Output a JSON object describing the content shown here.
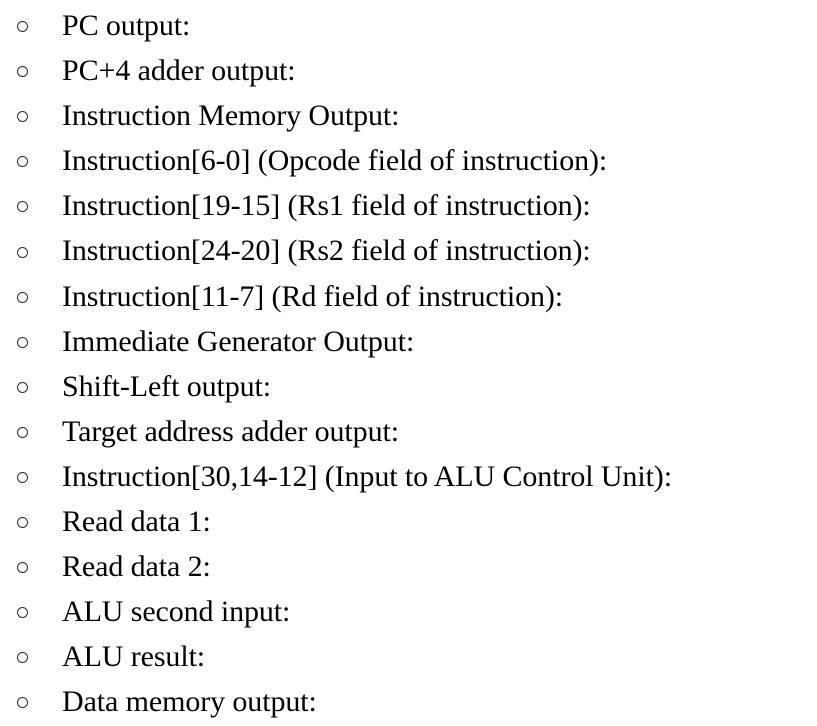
{
  "document": {
    "background_color": "#ffffff",
    "text_color": "#000000",
    "bullet_glyph": "o",
    "bullet_style": "hollow-circle"
  },
  "list": {
    "items": [
      {
        "label": "PC output:"
      },
      {
        "label": "PC+4 adder output:"
      },
      {
        "label": "Instruction Memory Output:"
      },
      {
        "label": "Instruction[6-0] (Opcode field of instruction):"
      },
      {
        "label": "Instruction[19-15] (Rs1 field of instruction):"
      },
      {
        "label": "Instruction[24-20] (Rs2 field of instruction):"
      },
      {
        "label": "Instruction[11-7] (Rd field of instruction):"
      },
      {
        "label": "Immediate Generator Output:"
      },
      {
        "label": "Shift-Left output:"
      },
      {
        "label": "Target address adder output:"
      },
      {
        "label": "Instruction[30,14-12] (Input to ALU Control Unit):"
      },
      {
        "label": "Read data 1:"
      },
      {
        "label": "Read data 2:"
      },
      {
        "label": "ALU second input:"
      },
      {
        "label": "ALU result:"
      },
      {
        "label": "Data memory output:"
      }
    ]
  }
}
